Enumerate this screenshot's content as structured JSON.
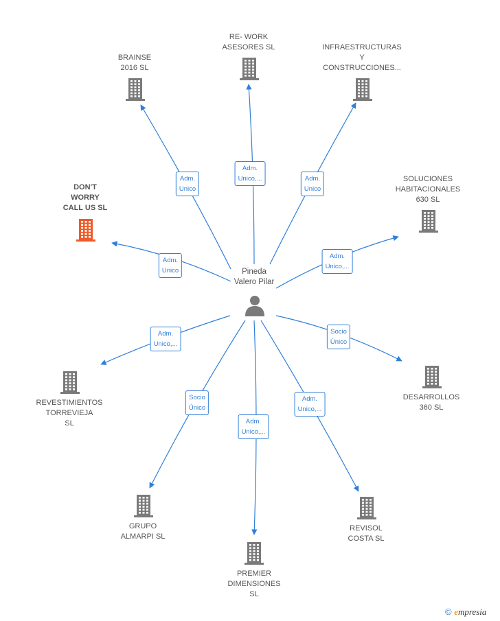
{
  "center": {
    "name": "Pineda\nValero Pilar",
    "icon": "person-icon"
  },
  "colors": {
    "edge": "#2f7fd8",
    "building": "#7a7a7a",
    "building_focus": "#f05a28",
    "text": "#555555"
  },
  "companies": [
    {
      "id": "brainse",
      "name": "BRAINSE\n2016  SL",
      "icon": "building-icon",
      "focus": false
    },
    {
      "id": "rework",
      "name": "RE- WORK\nASESORES  SL",
      "icon": "building-icon",
      "focus": false
    },
    {
      "id": "infraestructuras",
      "name": "INFRAESTRUCTURAS\nY\nCONSTRUCCIONES...",
      "icon": "building-icon",
      "focus": false
    },
    {
      "id": "soluciones",
      "name": "SOLUCIONES\nHABITACIONALES\n630  SL",
      "icon": "building-icon",
      "focus": false
    },
    {
      "id": "dontworry",
      "name": "DON'T\nWORRY\nCALL US  SL",
      "icon": "building-icon",
      "focus": true
    },
    {
      "id": "revestimientos",
      "name": "REVESTIMIENTOS\nTORREVIEJA\nSL",
      "icon": "building-icon",
      "focus": false
    },
    {
      "id": "desarrollos",
      "name": "DESARROLLOS\n360  SL",
      "icon": "building-icon",
      "focus": false
    },
    {
      "id": "almarpi",
      "name": "GRUPO\nALMARPI  SL",
      "icon": "building-icon",
      "focus": false
    },
    {
      "id": "premier",
      "name": "PREMIER\nDIMENSIONES\nSL",
      "icon": "building-icon",
      "focus": false
    },
    {
      "id": "revisol",
      "name": "REVISOL\nCOSTA  SL",
      "icon": "building-icon",
      "focus": false
    }
  ],
  "relations": [
    {
      "to": "brainse",
      "label": "Adm.\nUnico"
    },
    {
      "to": "rework",
      "label": "Adm.\nUnico,..."
    },
    {
      "to": "infraestructuras",
      "label": "Adm.\nUnico"
    },
    {
      "to": "soluciones",
      "label": "Adm.\nUnico,..."
    },
    {
      "to": "dontworry",
      "label": "Adm.\nUnico"
    },
    {
      "to": "revestimientos",
      "label": "Adm.\nUnico,..."
    },
    {
      "to": "desarrollos",
      "label": "Socio\nÚnico"
    },
    {
      "to": "almarpi",
      "label": "Socio\nÚnico"
    },
    {
      "to": "premier",
      "label": "Adm.\nUnico,..."
    },
    {
      "to": "revisol",
      "label": "Adm.\nUnico,..."
    }
  ],
  "footer": {
    "copyright": "©",
    "brand_e": "e",
    "brand_rest": "mpresia"
  }
}
